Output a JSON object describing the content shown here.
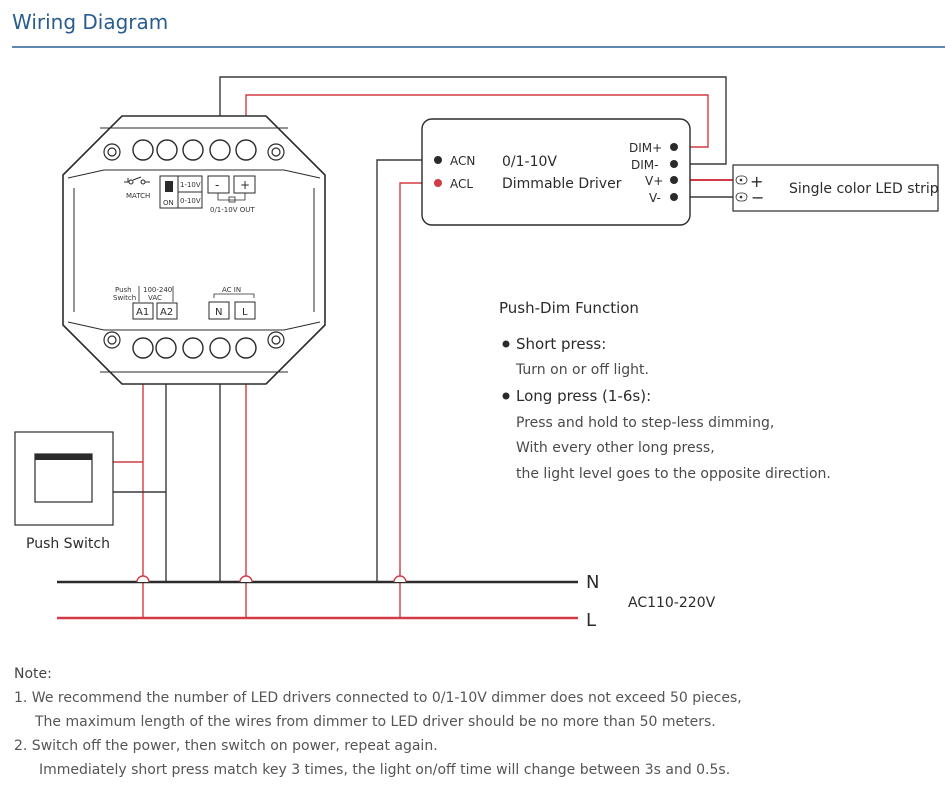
{
  "header": {
    "title": "Wiring Diagram"
  },
  "dimmer": {
    "match_label": "MATCH",
    "dip_labels": {
      "top": "1-10V",
      "bottom": "0-10V",
      "on": "ON"
    },
    "out_terminals": {
      "minus": "-",
      "plus": "+"
    },
    "out_label": "0/1-10V OUT",
    "push_switch_label_1": "Push",
    "push_switch_label_2": "Switch",
    "vac_label_1": "100-240",
    "vac_label_2": "VAC",
    "a1": "A1",
    "a2": "A2",
    "ac_in_label": "AC IN",
    "n": "N",
    "l": "L"
  },
  "driver": {
    "title_line1": "0/1-10V",
    "title_line2": "Dimmable Driver",
    "acn": "ACN",
    "acl": "ACL",
    "dim_plus": "DIM+",
    "dim_minus": "DIM-",
    "v_plus": "V+",
    "v_minus": "V-"
  },
  "led_strip": {
    "label": "Single color LED strip",
    "plus": "+",
    "minus": "−"
  },
  "push_switch": {
    "label": "Push Switch"
  },
  "power": {
    "n": "N",
    "l": "L",
    "voltage": "AC110-220V"
  },
  "function": {
    "title": "Push-Dim Function",
    "short_title": "Short press:",
    "short_desc": "Turn on or off light.",
    "long_title": "Long press (1-6s):",
    "long_desc_1": "Press and hold to step-less dimming,",
    "long_desc_2": "With every other long press,",
    "long_desc_3": "the light level goes to the opposite direction."
  },
  "notes": {
    "heading": "Note:",
    "n1_line1": "1. We recommend the number of LED drivers connected to 0/1-10V dimmer does not exceed 50 pieces,",
    "n1_line2": "The maximum length of the wires from dimmer to LED driver should be no more than 50 meters.",
    "n2_line1": "2. Switch off the power, then switch on power, repeat again.",
    "n2_line2": "Immediately short press match key 3 times, the light on/off time will change between 3s and 0.5s."
  },
  "colors": {
    "accent": "#2a5d8f",
    "red_wire": "#d23b45",
    "wire": "#3a3a3a"
  }
}
